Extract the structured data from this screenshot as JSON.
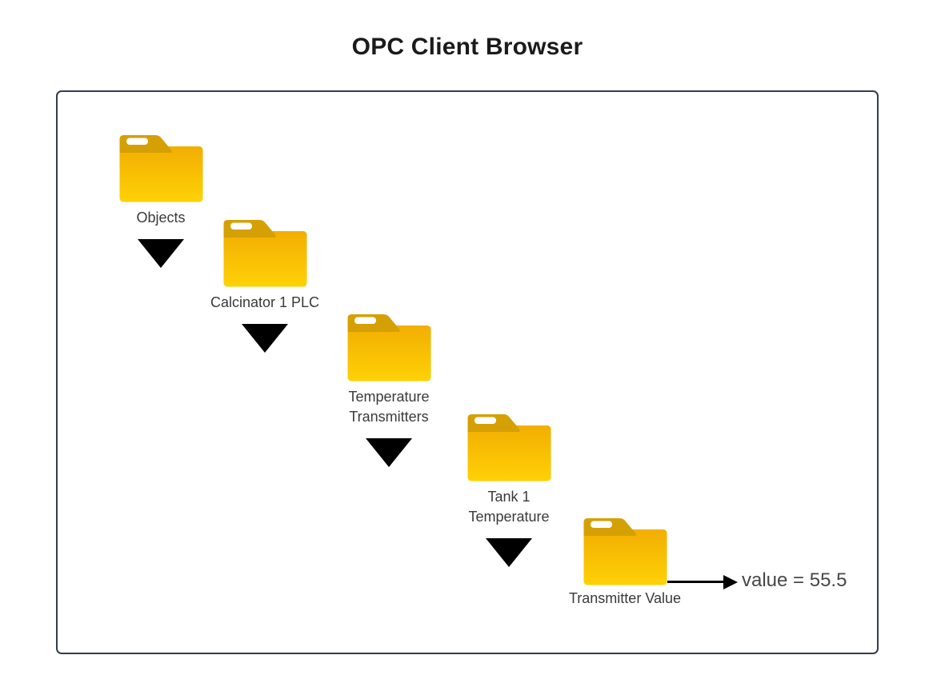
{
  "title": "OPC Client Browser",
  "browser": {
    "nodes": [
      {
        "label": "Objects"
      },
      {
        "label": "Calcinator 1 PLC"
      },
      {
        "label": "Temperature\nTransmitters"
      },
      {
        "label": "Tank 1\nTemperature"
      },
      {
        "label": "Transmitter Value"
      }
    ],
    "value_annotation": "value = 55.5"
  },
  "icons": {
    "folder": "folder-icon",
    "expand": "expand-triangle-icon",
    "arrow": "value-arrow-icon"
  },
  "colors": {
    "folder_gradient_top": "#F2AE02",
    "folder_gradient_bottom": "#FFD106",
    "folder_tab": "#D5A004",
    "panel_border": "#333E4C",
    "triangle": "#000000",
    "label_text": "#3A3A3A",
    "title_text": "#1B1B1B",
    "value_text": "#474747"
  }
}
